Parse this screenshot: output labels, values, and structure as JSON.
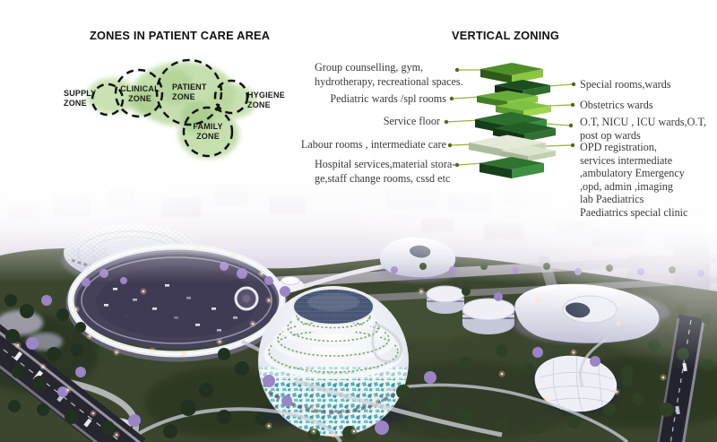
{
  "care_zones": {
    "title": "ZONES IN PATIENT CARE AREA",
    "zones": [
      {
        "id": "supply",
        "line1": "SUPPLY",
        "line2": "ZONE"
      },
      {
        "id": "clinical",
        "line1": "CLINICAL",
        "line2": "ZONE"
      },
      {
        "id": "patient",
        "line1": "PATIENT",
        "line2": "ZONE"
      },
      {
        "id": "hygiene",
        "line1": "HYGIENE",
        "line2": "ZONE"
      },
      {
        "id": "family",
        "line1": "FAMILY",
        "line2": "ZONE"
      }
    ],
    "blob_color": "#b7d79a",
    "blob_color_dark": "#9cc47e",
    "circle_color": "#111111"
  },
  "vertical_zoning": {
    "title": "VERTICAL ZONING",
    "left_labels": [
      {
        "line1": "Group counselling, gym,",
        "line2": "hydrotherapy, recreational spaces."
      },
      {
        "line1": "Pediatric wards /spl rooms"
      },
      {
        "line1": "Service floor"
      },
      {
        "line1": "Labour rooms , intermediate care"
      },
      {
        "line1": "Hospital services,material stora-",
        "line2": "ge,staff change rooms, cssd etc"
      }
    ],
    "right_labels": [
      {
        "line1": "Special rooms,wards"
      },
      {
        "line1": "Obstetrics wards"
      },
      {
        "line1": "O.T, NICU , ICU wards,O.T,",
        "line2": "post op wards"
      },
      {
        "line1": "OPD registration,",
        "line2": "services intermediate",
        "line3": ",ambulatory Emergency",
        "line4": ",opd, admin ,imaging",
        "line5": "lab Paediatrics",
        "line6": "Paediatrics special clinic"
      }
    ],
    "slabs": [
      {
        "name": "recreation-floor",
        "top": "#4F8F29",
        "left": "#2E5C18",
        "right": "#8DC63F"
      },
      {
        "name": "special-rooms-floor",
        "top": "#1C4E1E",
        "left": "#0F2F10",
        "right": "#2F6E2F"
      },
      {
        "name": "pediatric-wards-floor",
        "top": "#6AAA3C",
        "left": "#417C22",
        "right": "#8DC63F"
      },
      {
        "name": "obstetrics-floor",
        "top": "#7DC242",
        "left": "#5A9A2E",
        "right": "#9FD64E"
      },
      {
        "name": "service-floor-a",
        "top": "#2C6E2E",
        "left": "#153F18",
        "right": "#3C8C3E"
      },
      {
        "name": "service-floor-b",
        "top": "#245E26",
        "left": "#123612",
        "right": "#336F35"
      },
      {
        "name": "labour-opd-floor-a",
        "top": "#E4EAD9",
        "left": "#AEBB9C",
        "right": "#CBD6B9"
      },
      {
        "name": "labour-opd-floor-b",
        "top": "#DDE5CE",
        "left": "#A8B596",
        "right": "#C4CFAF"
      },
      {
        "name": "hospital-services-floor",
        "top": "#2F7330",
        "left": "#173F19",
        "right": "#3E8F40"
      }
    ],
    "connector_color": "#9DB53C",
    "connector_dot_color": "#55661E"
  },
  "render_palette": {
    "haze_white": "#ffffff",
    "dusk_mid": "#cfc9da",
    "dusk_deep": "#7b7390",
    "lawn_green": "#3c462f",
    "plaza_violet": "#46415a",
    "dome_teal": "#58b2bc",
    "lamp_glow": "#ffddb6",
    "tree_purple": "#9a85c6",
    "tree_green": "#2f4026"
  }
}
